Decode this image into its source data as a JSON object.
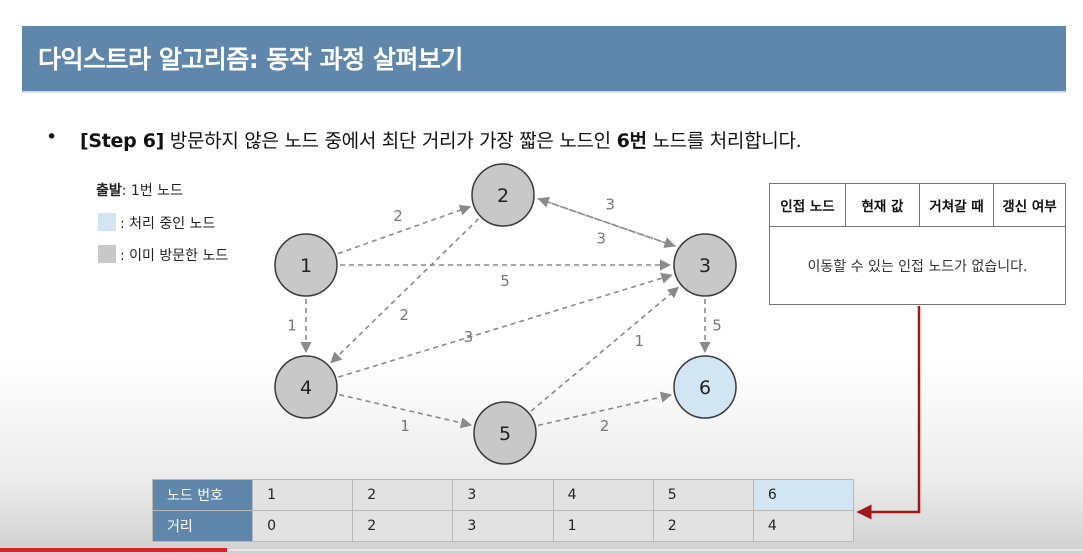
{
  "title": "다익스트라 알고리즘: 동작 과정 살펴보기",
  "bullet_symbol": "•",
  "step": {
    "label": "[Step 6]",
    "text_before": " 방문하지 않은 노드 중에서 최단 거리가 가장 짧은 노드인 ",
    "highlight": "6번",
    "text_after": " 노드를 처리합니다."
  },
  "legend": {
    "start_bold": "출발",
    "start_rest": ": 1번 노드",
    "processing": ": 처리 중인 노드",
    "visited": ": 이미 방문한 노드",
    "processing_color": "#d2e5f2",
    "visited_color": "#c8c8c8"
  },
  "graph": {
    "nodes": [
      {
        "id": "1",
        "state": "visited"
      },
      {
        "id": "2",
        "state": "visited"
      },
      {
        "id": "3",
        "state": "visited"
      },
      {
        "id": "4",
        "state": "visited"
      },
      {
        "id": "5",
        "state": "visited"
      },
      {
        "id": "6",
        "state": "processing"
      }
    ],
    "edges": [
      {
        "from": "1",
        "to": "2",
        "weight": "2"
      },
      {
        "from": "2",
        "to": "3",
        "weight": "3"
      },
      {
        "from": "3",
        "to": "2",
        "weight": "3"
      },
      {
        "from": "1",
        "to": "3",
        "weight": "5"
      },
      {
        "from": "2",
        "to": "4",
        "weight": "2"
      },
      {
        "from": "1",
        "to": "4",
        "weight": "1"
      },
      {
        "from": "4",
        "to": "3",
        "weight": "3"
      },
      {
        "from": "3",
        "to": "6",
        "weight": "5"
      },
      {
        "from": "5",
        "to": "3",
        "weight": "1"
      },
      {
        "from": "4",
        "to": "5",
        "weight": "1"
      },
      {
        "from": "5",
        "to": "6",
        "weight": "2"
      }
    ]
  },
  "info_table": {
    "headers": [
      "인접 노드",
      "현재 값",
      "거쳐갈 때",
      "갱신 여부"
    ],
    "message": "이동할 수 있는 인접 노드가 없습니다."
  },
  "distance_table": {
    "row1_label": "노드 번호",
    "row2_label": "거리",
    "node_numbers": [
      "1",
      "2",
      "3",
      "4",
      "5",
      "6"
    ],
    "distances": [
      "0",
      "2",
      "3",
      "1",
      "2",
      "4"
    ],
    "highlight_index": 5
  },
  "colors": {
    "header_blue": "#5f87ab",
    "arrow_red": "#a01818",
    "edge_gray": "#8a8a8a"
  },
  "video_progress": 0.21
}
